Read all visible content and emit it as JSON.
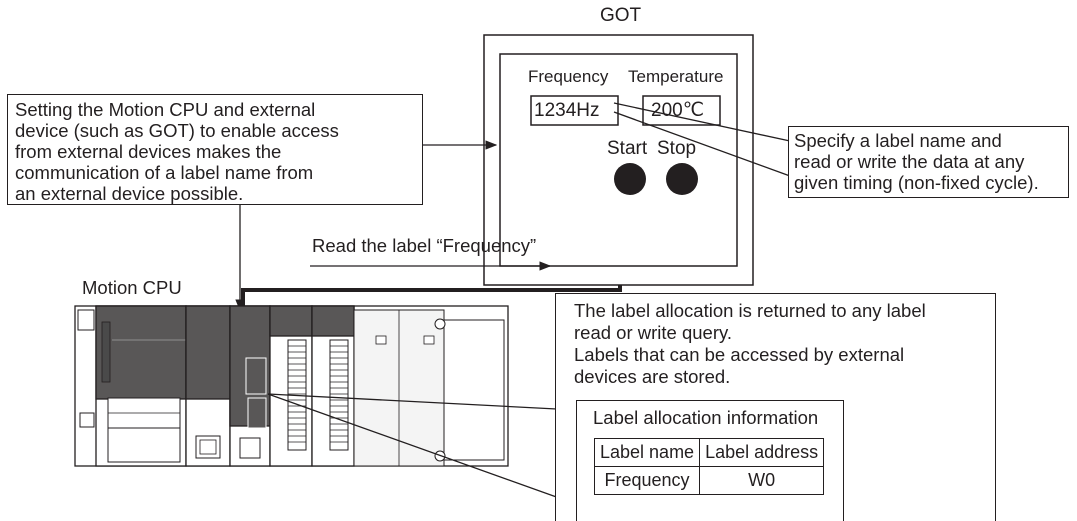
{
  "got": {
    "title": "GOT",
    "frequency_label": "Frequency",
    "temperature_label": "Temperature",
    "frequency_value": "1234Hz",
    "temperature_value": "200℃",
    "start_label": "Start",
    "stop_label": "Stop"
  },
  "callout_left": {
    "lines": [
      "Setting the Motion CPU and external",
      "device (such as GOT) to enable access",
      "from external devices makes the",
      "communication of a label name from",
      "an external device possible."
    ]
  },
  "callout_right": {
    "lines": [
      "Specify a label name and",
      "read or write the data at any",
      "given timing (non-fixed cycle)."
    ]
  },
  "read_label": "Read the label “Frequency”",
  "motion_cpu_label": "Motion CPU",
  "callout_bottom": {
    "lines": [
      "The label allocation is returned to any label",
      "read or write query.",
      "Labels that can be accessed by external",
      "devices are stored."
    ]
  },
  "allocation": {
    "title": "Label allocation information",
    "headers": [
      "Label name",
      "Label address"
    ],
    "rows": [
      [
        "Frequency",
        "W0"
      ]
    ]
  },
  "colors": {
    "ink": "#231f20",
    "module_dark": "#595757",
    "module_light": "#f4f4f4"
  }
}
